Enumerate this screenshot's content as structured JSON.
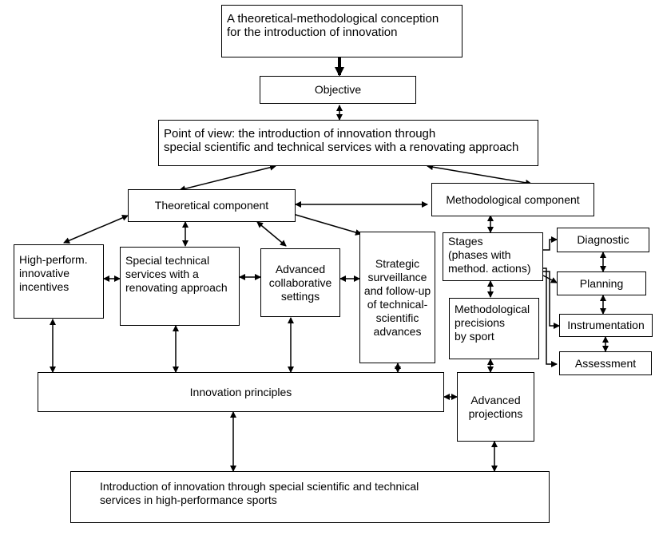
{
  "nodes": {
    "title": "A theoretical-methodological conception\nfor the introduction of innovation",
    "objective": "Objective",
    "point_of_view": "Point of view: the introduction of innovation through\nspecial scientific and technical services with a renovating approach",
    "theoretical": "Theoretical component",
    "methodological": "Methodological component",
    "incentives": "High-perform.\ninnovative\nincentives",
    "special_services": "Special technical\nservices with a\nrenovating approach",
    "collaborative": "Advanced\ncollaborative\nsettings",
    "strategic": "Strategic\nsurveillance\nand follow-up\nof technical-\nscientific\nadvances",
    "stages": "Stages\n(phases with\nmethod. actions)",
    "diagnostic": "Diagnostic",
    "planning": "Planning",
    "instrumentation": "Instrumentation",
    "assessment": "Assessment",
    "precisions": "Methodological\nprecisions\nby sport",
    "principles": "Innovation principles",
    "projections": "Advanced\nprojections",
    "introduction": "Introduction of innovation through special scientific and technical\nservices in high-performance sports"
  }
}
